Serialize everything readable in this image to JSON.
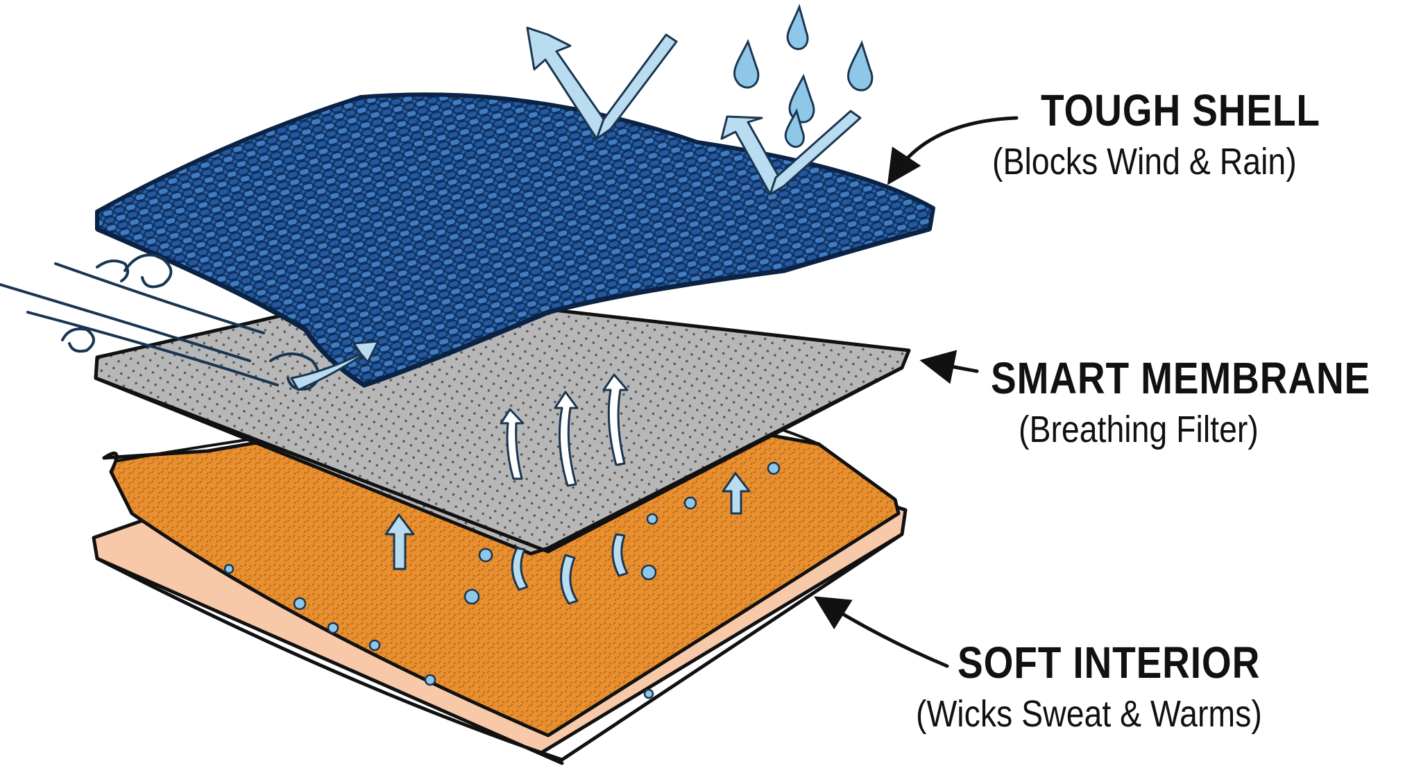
{
  "layers": [
    {
      "id": "shell",
      "title": "TOUGH SHELL",
      "subtitle": "(Blocks Wind & Rain)",
      "color": "#2a62a8"
    },
    {
      "id": "membrane",
      "title": "SMART MEMBRANE",
      "subtitle": "(Breathing Filter)",
      "color": "#a9a9a9"
    },
    {
      "id": "interior",
      "title": "SOFT INTERIOR",
      "subtitle": "(Wicks Sweat & Warms)",
      "color": "#e8902f"
    }
  ],
  "colors": {
    "shell": "#2a62a8",
    "shell_dark": "#123a6e",
    "membrane": "#b3b3b3",
    "fleece": "#e8902f",
    "skin": "#f7c9a8",
    "flow": "#b9dcf0",
    "ink": "#111111"
  }
}
